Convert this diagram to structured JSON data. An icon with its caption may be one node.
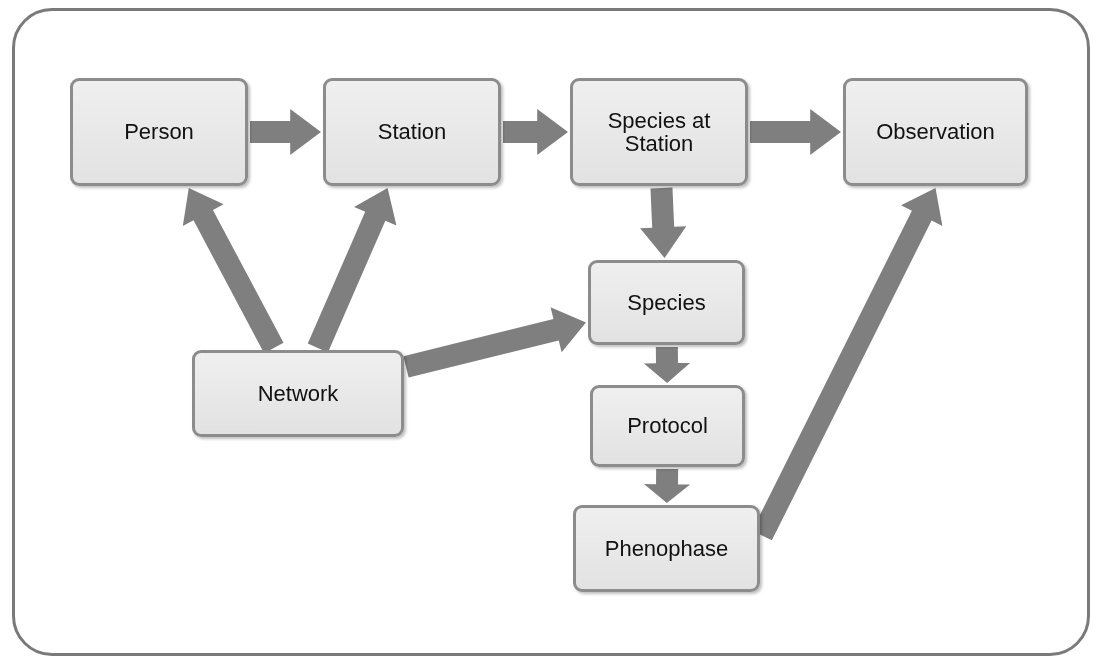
{
  "diagram": {
    "nodes": [
      {
        "text": [],
        "shape": "box"
      },
      {
        "text": [
          "Person"
        ],
        "in": 0
      },
      {
        "text": [
          "Station"
        ],
        "in": 0
      },
      {
        "text": [
          "Species at Station"
        ],
        "in": 0
      },
      {
        "text": [
          "Observation"
        ],
        "in": 0
      },
      {
        "text": [
          "Species"
        ],
        "in": 0
      },
      {
        "text": [
          "Network"
        ],
        "in": 0
      },
      {
        "text": [
          "Protocol"
        ],
        "in": 0
      },
      {
        "text": [
          "Phenophase"
        ],
        "in": 0
      }
    ],
    "edges": [
      {
        "from": 1,
        "to": 2,
        "arrow": "to",
        "style": "thick"
      },
      {
        "from": 2,
        "to": 3,
        "arrow": "to",
        "style": "thick"
      },
      {
        "from": 3,
        "to": 4,
        "arrow": "to",
        "style": "thick"
      },
      {
        "from": 3,
        "to": 5,
        "arrow": "to",
        "style": "thick"
      },
      {
        "from": 6,
        "to": 1,
        "arrow": "to",
        "style": "thick"
      },
      {
        "from": 6,
        "to": 2,
        "arrow": "to",
        "style": "thick"
      },
      {
        "from": 6,
        "to": 5,
        "arrow": "to",
        "style": "thick"
      },
      {
        "from": 5,
        "to": 7,
        "arrow": "to",
        "style": "thick"
      },
      {
        "from": 7,
        "to": 8,
        "arrow": "to",
        "style": "thick"
      },
      {
        "from": 8,
        "to": 4,
        "arrow": "to",
        "style": "thick"
      }
    ]
  }
}
